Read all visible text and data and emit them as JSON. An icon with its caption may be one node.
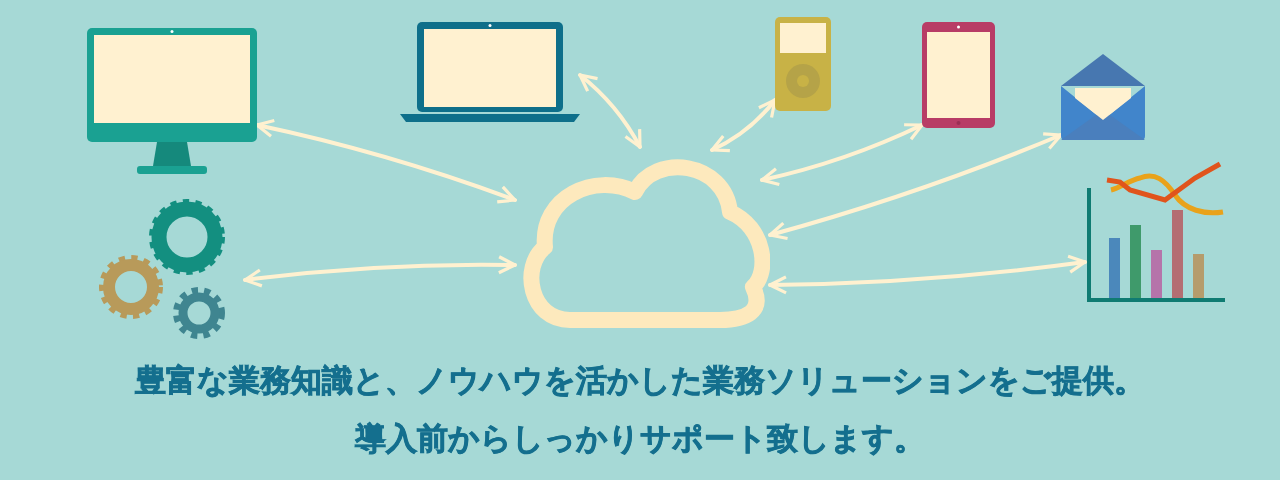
{
  "diagram": {
    "nodes": [
      {
        "text": [],
        "shape": "picture"
      },
      {
        "text": [],
        "shape": "picture"
      },
      {
        "text": [],
        "shape": "picture"
      },
      {
        "text": [],
        "shape": "picture"
      },
      {
        "text": [],
        "shape": "picture"
      },
      {
        "text": [],
        "shape": "cloud"
      },
      {
        "text": [],
        "shape": "picture"
      },
      {
        "text": [],
        "shape": "picture"
      }
    ],
    "edges": [
      {
        "from": 5,
        "to": 0,
        "arrow": "both"
      },
      {
        "from": 5,
        "to": 1,
        "arrow": "both"
      },
      {
        "from": 5,
        "to": 2,
        "arrow": "both"
      },
      {
        "from": 5,
        "to": 3,
        "arrow": "both"
      },
      {
        "from": 5,
        "to": 4,
        "arrow": "both"
      },
      {
        "from": 5,
        "to": 6,
        "arrow": "both"
      },
      {
        "from": 5,
        "to": 7,
        "arrow": "both"
      }
    ],
    "labels": [
      "豊富な業務知識と、ノウハウを活かした業務ソリューションをご提供。",
      "導入前からしっかりサポート致します。"
    ]
  }
}
